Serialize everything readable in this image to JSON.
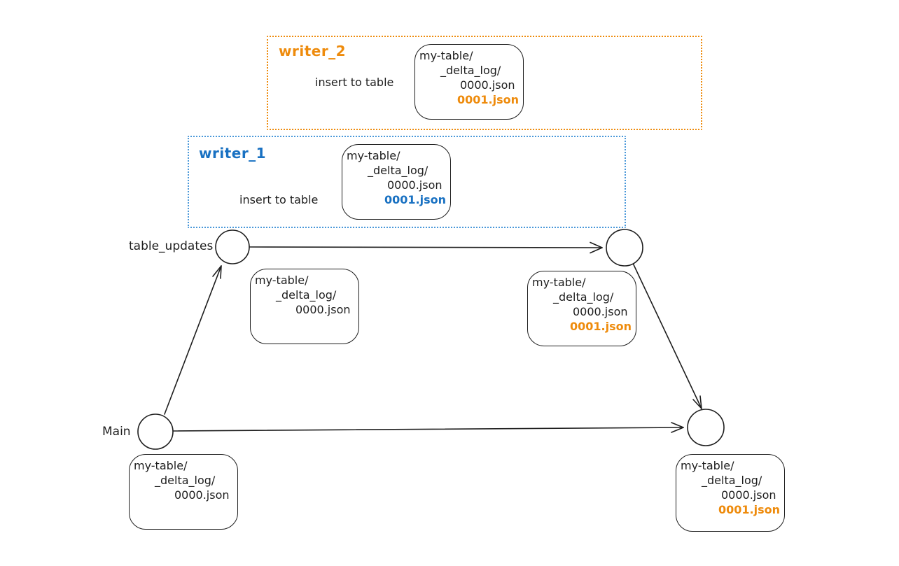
{
  "diagram": {
    "title": "delta table concurrent writers branching diagram",
    "colors": {
      "ink": "#1e1e1e",
      "orange": "#ee8b0c",
      "blue": "#1971c2",
      "background": "#ffffff"
    },
    "writers": [
      {
        "label": "writer_2",
        "action": "insert to table",
        "accent": "#ee8b0c",
        "files": [
          "my-table/",
          "_delta_log/",
          "0000.json",
          "0001.json"
        ],
        "highlighted_file": "0001.json"
      },
      {
        "label": "writer_1",
        "action": "insert to table",
        "accent": "#1971c2",
        "files": [
          "my-table/",
          "_delta_log/",
          "0000.json",
          "0001.json"
        ],
        "highlighted_file": "0001.json"
      }
    ],
    "branches": [
      {
        "label": "table_updates",
        "start_files": [
          "my-table/",
          "_delta_log/",
          "0000.json"
        ],
        "end_files": [
          "my-table/",
          "_delta_log/",
          "0000.json",
          "0001.json"
        ],
        "end_highlighted_file": "0001.json"
      },
      {
        "label": "Main",
        "start_files": [
          "my-table/",
          "_delta_log/",
          "0000.json"
        ],
        "end_files": [
          "my-table/",
          "_delta_log/",
          "0000.json",
          "0001.json"
        ],
        "end_highlighted_file": "0001.json"
      }
    ]
  }
}
